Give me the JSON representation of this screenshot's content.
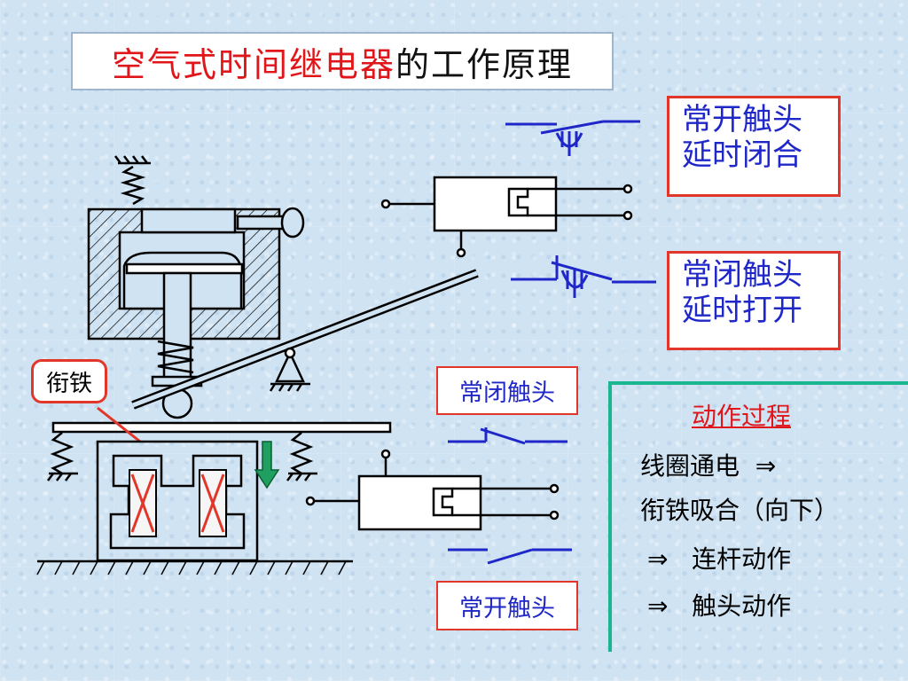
{
  "title": {
    "red_part": "空气式时间继电器",
    "black_part": "的工作原理"
  },
  "labels": {
    "no_delay_close": "常开触头\n延时闭合",
    "nc_delay_open": "常闭触头\n延时打开",
    "nc_contact": "常闭触头",
    "no_contact": "常开触头",
    "armature": "衔铁"
  },
  "process": {
    "title": "动作过程",
    "steps": [
      "线圈通电  ⇒",
      "衔铁吸合（向下）",
      "⇒   连杆动作",
      "⇒   触头动作"
    ]
  },
  "colors": {
    "title_red": "#e0161b",
    "symbol_blue": "#1f27c8",
    "box_border": "#e2362a",
    "bracket_green": "#19b68f",
    "arrow_green": "#1fa060"
  }
}
